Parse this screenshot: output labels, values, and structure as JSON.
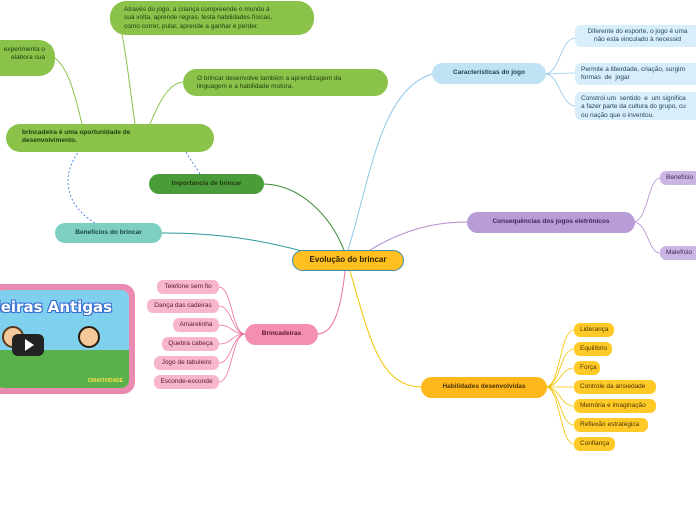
{
  "central": "Evolução do brincar",
  "branches": {
    "caracteristicas": {
      "label": "Características do jogo",
      "items": [
        "Diferente do esporte, o jogo é uma\nnão esta vinculado à necessid",
        "Permite a liberdade, criação, surgim\nformas  de  jogar",
        "Constroi um  sentido  e  um significa\na fazer parte da cultura do grupo, cu\nou nação que o inventou."
      ]
    },
    "consequencias": {
      "label": "Consequências dos jogos eletrônicos",
      "items": [
        "Benefício",
        "Malefício"
      ]
    },
    "habilidades": {
      "label": "Habilidades desenvolvidas",
      "items": [
        "Liderança",
        "Equilíbrio",
        "Força",
        "Controle da ansiedade",
        "Memória e imaginação",
        "Reflexão estratégica",
        "Confiança"
      ]
    },
    "brincadeiras": {
      "label": "Brincadeiras",
      "items": [
        "Telefone sem fio",
        "Dança das cadeiras",
        "Amarelinha",
        "Quebra cabeça",
        "Jogo de tabuleiro",
        "Esconde-esconde"
      ]
    },
    "importancia": {
      "label": "Importancia de brincar",
      "intro": "brincadeira é uma oportunidade de\ndesenvolvimento.",
      "notes": [
        "Através do jogo, a criança compreende o mundo à\nsua volta, aprende regras, testa habilidades físicas,\ncomo correr, pular, aprende a ganhar e perder.",
        "O brincar desenvolve também a aprendizagem da\nlinguagem e a habilidade motora.",
        "experimenta o\nelabora sua"
      ]
    },
    "beneficios": {
      "label": "Benefícios do brincar"
    }
  },
  "video": {
    "title": "deiras  Antigas",
    "brand": "CRIATIVIDADE"
  },
  "colors": {
    "characteristics_link": "#8fc7e8",
    "consequences_link": "#b48fd0",
    "skills_link": "#f2c200",
    "games_link": "#ef6f9c",
    "importance_link": "#3a8a34",
    "benefits_link": "#2e9aa0"
  }
}
